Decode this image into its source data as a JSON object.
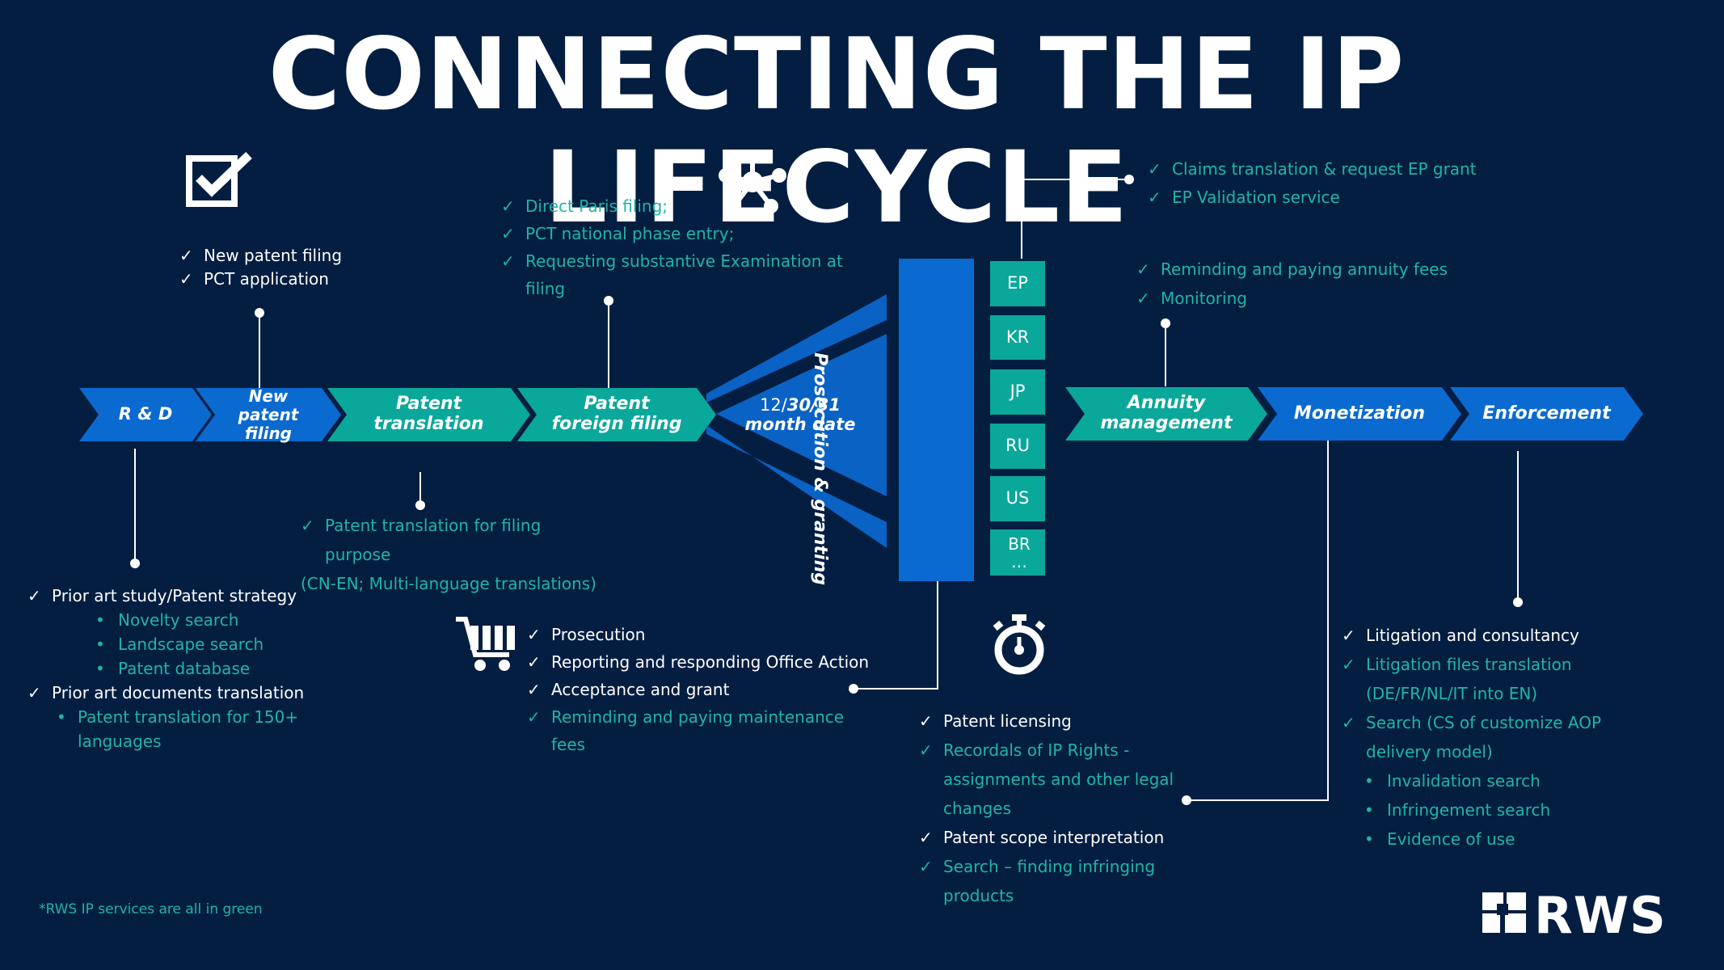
{
  "title": "CONNECTING THE IP LIFECYCLE",
  "colors": {
    "background": "#041e42",
    "stage_blue": "#0a6ad0",
    "stage_green": "#0aa89a",
    "text_green": "#1fb5a6",
    "funnel_blue": "#0a62c4"
  },
  "stages": {
    "rd": "R & D",
    "new_patent_filing": "New\npatent\nfiling",
    "patent_translation": "Patent\ntranslation",
    "patent_foreign_filing": "Patent\nforeign filing",
    "month_date_plain": "12/",
    "month_date_bold": "30/31",
    "month_date_line2": "month date",
    "prosecution": "Prosecution & granting",
    "annuity_management": "Annuity\nmanagement",
    "monetization": "Monetization",
    "enforcement": "Enforcement"
  },
  "countries": [
    "EP",
    "KR",
    "JP",
    "RU",
    "US",
    "BR\n…"
  ],
  "icons": {
    "filing": "checkbox-icon",
    "network": "network-icon",
    "cart": "shopping-cart-icon",
    "timer": "stopwatch-icon",
    "logo": "rws-logo-icon"
  },
  "lists": {
    "new_filing": [
      {
        "marker": "✓",
        "text": "New patent filing"
      },
      {
        "marker": "✓",
        "text": "PCT application"
      }
    ],
    "foreign_filing": [
      {
        "marker": "✓",
        "text": "Direct Paris filing;"
      },
      {
        "marker": "✓",
        "text": "PCT national phase entry;"
      },
      {
        "marker": "✓",
        "text": "Requesting substantive Examination at"
      },
      {
        "marker": "",
        "text": "filing"
      }
    ],
    "ep_grant": [
      {
        "marker": "✓",
        "text": "Claims translation & request EP grant"
      },
      {
        "marker": "✓",
        "text": "EP Validation service"
      }
    ],
    "annuity": [
      {
        "marker": "✓",
        "text": "Reminding and paying annuity fees"
      },
      {
        "marker": "✓",
        "text": "Monitoring"
      }
    ],
    "translation": [
      {
        "marker": "✓",
        "text": "Patent translation for filing"
      },
      {
        "marker": "",
        "text": "purpose"
      },
      {
        "marker": "",
        "text": "(CN-EN; Multi-language translations)"
      }
    ],
    "rd": [
      {
        "marker": "✓",
        "text": "Prior art study/Patent strategy"
      },
      {
        "marker": "•",
        "text": "Novelty search"
      },
      {
        "marker": "•",
        "text": "Landscape search"
      },
      {
        "marker": "•",
        "text": "Patent database"
      },
      {
        "marker": "✓",
        "text": "Prior art documents translation"
      },
      {
        "marker": "•",
        "text": "Patent translation for 150+"
      },
      {
        "marker": "",
        "text": "languages"
      }
    ],
    "prosecution": [
      {
        "marker": "✓",
        "text": "Prosecution"
      },
      {
        "marker": "✓",
        "text": "Reporting and responding Office Action"
      },
      {
        "marker": "✓",
        "text": "Acceptance and grant"
      },
      {
        "marker": "✓",
        "text": "Reminding and paying maintenance fees"
      }
    ],
    "monetization": [
      {
        "marker": "✓",
        "text": "Patent licensing"
      },
      {
        "marker": "✓",
        "text": "Recordals of IP Rights -"
      },
      {
        "marker": "",
        "text": "assignments and other legal"
      },
      {
        "marker": "",
        "text": "changes"
      },
      {
        "marker": "✓",
        "text": "Patent scope interpretation"
      },
      {
        "marker": "✓",
        "text": "Search – finding infringing"
      },
      {
        "marker": "",
        "text": "products"
      }
    ],
    "enforcement": [
      {
        "marker": "✓",
        "text": "Litigation and consultancy"
      },
      {
        "marker": "✓",
        "text": "Litigation files translation"
      },
      {
        "marker": "",
        "text": "(DE/FR/NL/IT into EN)"
      },
      {
        "marker": "✓",
        "text": "Search (CS of customize AOP"
      },
      {
        "marker": "",
        "text": "delivery model)"
      },
      {
        "marker": "•",
        "text": "Invalidation search"
      },
      {
        "marker": "•",
        "text": "Infringement search"
      },
      {
        "marker": "•",
        "text": "Evidence of use"
      }
    ]
  },
  "footnote": "*RWS IP services are all in green",
  "logo_text": "RWS"
}
